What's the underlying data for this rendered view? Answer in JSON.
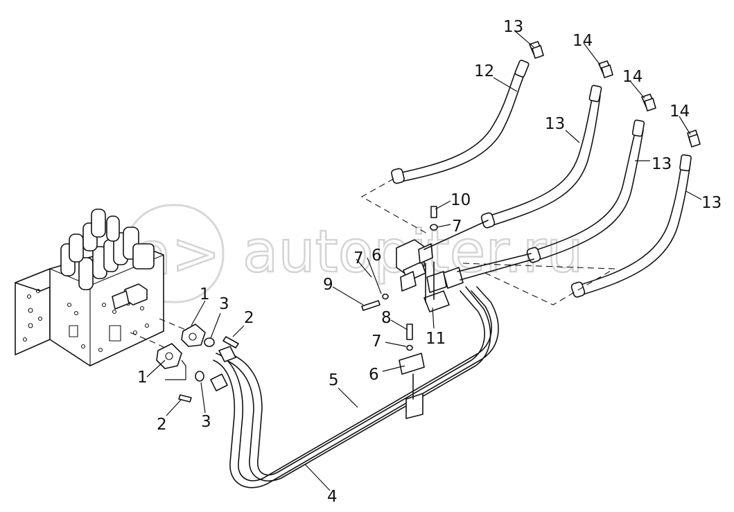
{
  "watermark": {
    "badge": "a>",
    "site": "autopiter.ru"
  },
  "callouts": {
    "c1a": "1",
    "c1b": "1",
    "c2a": "2",
    "c2b": "2",
    "c3a": "3",
    "c3b": "3",
    "c4": "4",
    "c5": "5",
    "c6a": "6",
    "c6b": "6",
    "c7a": "7",
    "c7b": "7",
    "c7c": "7",
    "c8": "8",
    "c9": "9",
    "c10": "10",
    "c11": "11",
    "c12": "12",
    "c13a": "13",
    "c13b": "13",
    "c13c": "13",
    "c13d": "13",
    "c14a": "14",
    "c14b": "14",
    "c14c": "14"
  },
  "colors": {
    "line": "#111111",
    "watermark": "#d4d4d4",
    "background": "#ffffff"
  }
}
